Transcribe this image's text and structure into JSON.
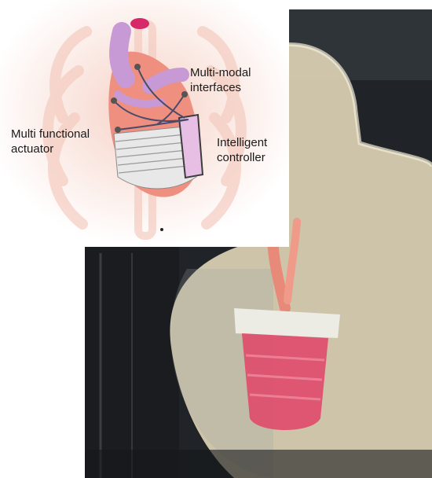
{
  "figure": {
    "labels": {
      "multi_modal_line1": "Multi-modal",
      "multi_modal_line2": "interfaces",
      "multi_functional_line1": "Multi functional",
      "multi_functional_line2": "actuator",
      "intelligent_line1": "Intelligent",
      "intelligent_line2": "controller"
    }
  },
  "colors": {
    "heart": "#ee8f80",
    "vessel_purple": "#c79ad6",
    "sleeve": "#e8e8e8",
    "photo_bg": "#23262a",
    "torso_skin": "#d8cdb0"
  }
}
